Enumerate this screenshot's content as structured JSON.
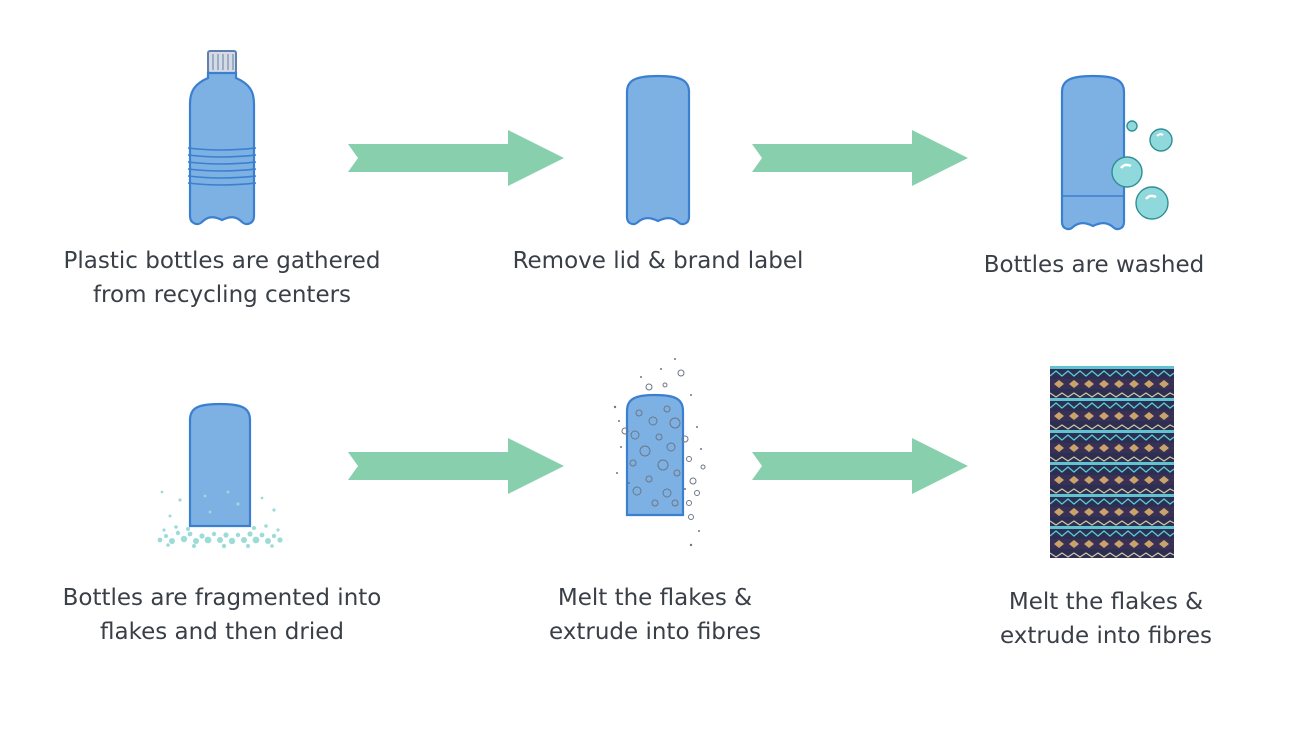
{
  "colors": {
    "bottle_fill": "#7db1e3",
    "bottle_stroke": "#3a7fd0",
    "arrow": "#88cfae",
    "bubble": "#8fd9dc",
    "flake": "#9ddbd8",
    "text": "#3a3f47",
    "fabric_dark": "#2b2f52",
    "fabric_gold": "#c9a46a",
    "fabric_teal": "#5fc4cf"
  },
  "steps": [
    {
      "id": "gather",
      "icon": "full-bottle-icon",
      "caption": "Plastic bottles are gathered\nfrom recycling centers"
    },
    {
      "id": "remove",
      "icon": "bare-bottle-icon",
      "caption": "Remove lid & brand label"
    },
    {
      "id": "wash",
      "icon": "washed-bottle-icon",
      "caption": "Bottles are washed"
    },
    {
      "id": "fragment",
      "icon": "fragmented-bottle-icon",
      "caption": "Bottles are fragmented into\nflakes  and then dried"
    },
    {
      "id": "melt",
      "icon": "melting-bottle-icon",
      "caption": "Melt the flakes &\nextrude into fibres"
    },
    {
      "id": "fabric",
      "icon": "patterned-fabric-icon",
      "caption": "Melt the flakes &\nextrude into fibres"
    }
  ],
  "arrows": [
    {
      "from": "gather",
      "to": "remove"
    },
    {
      "from": "remove",
      "to": "wash"
    },
    {
      "from": "fragment",
      "to": "melt"
    },
    {
      "from": "melt",
      "to": "fabric"
    }
  ]
}
